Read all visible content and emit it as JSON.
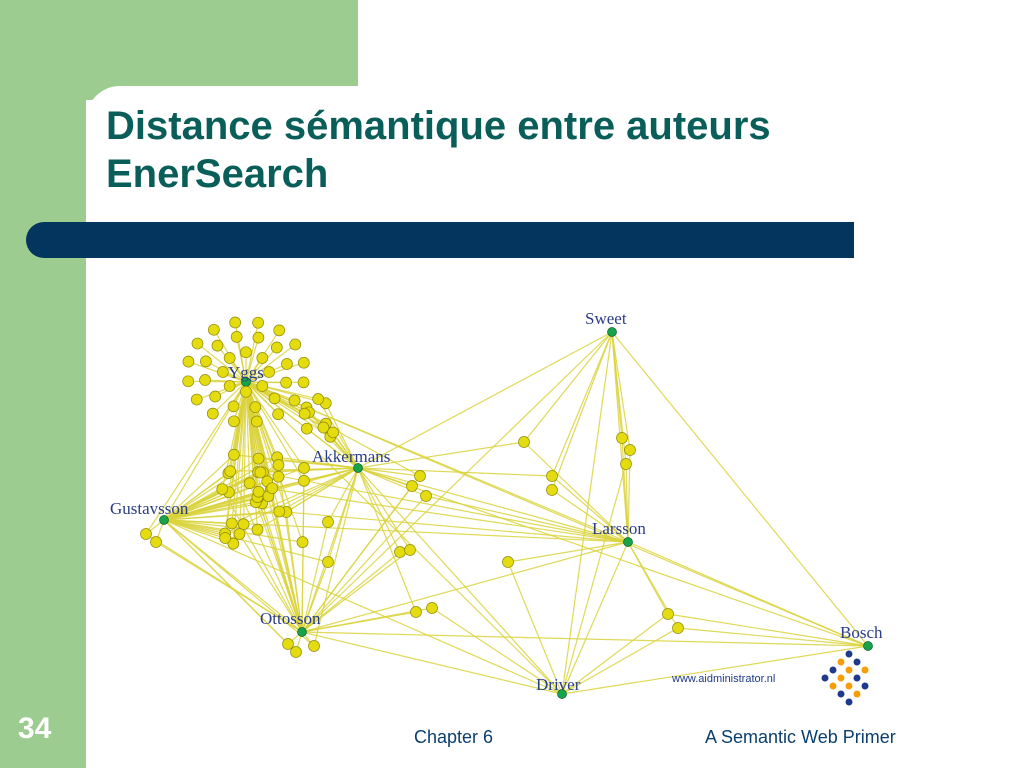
{
  "slide": {
    "title_line1": "Distance sémantique entre auteurs",
    "title_line2": "EnerSearch",
    "slide_number": "34",
    "footer_chapter": "Chapter 6",
    "footer_book": "A Semantic Web Primer"
  },
  "diagram": {
    "authors": [
      "Sweet",
      "Yggs",
      "Akkermans",
      "Gustavsson",
      "Larsson",
      "Ottosson",
      "Bosch",
      "Driver"
    ],
    "colors": {
      "edge": "#d9d23a",
      "hub": "#16a34a",
      "leaf": "#e5dc10",
      "label": "#2a3d87"
    }
  },
  "logo": {
    "text": "www.aidministrator.nl"
  }
}
